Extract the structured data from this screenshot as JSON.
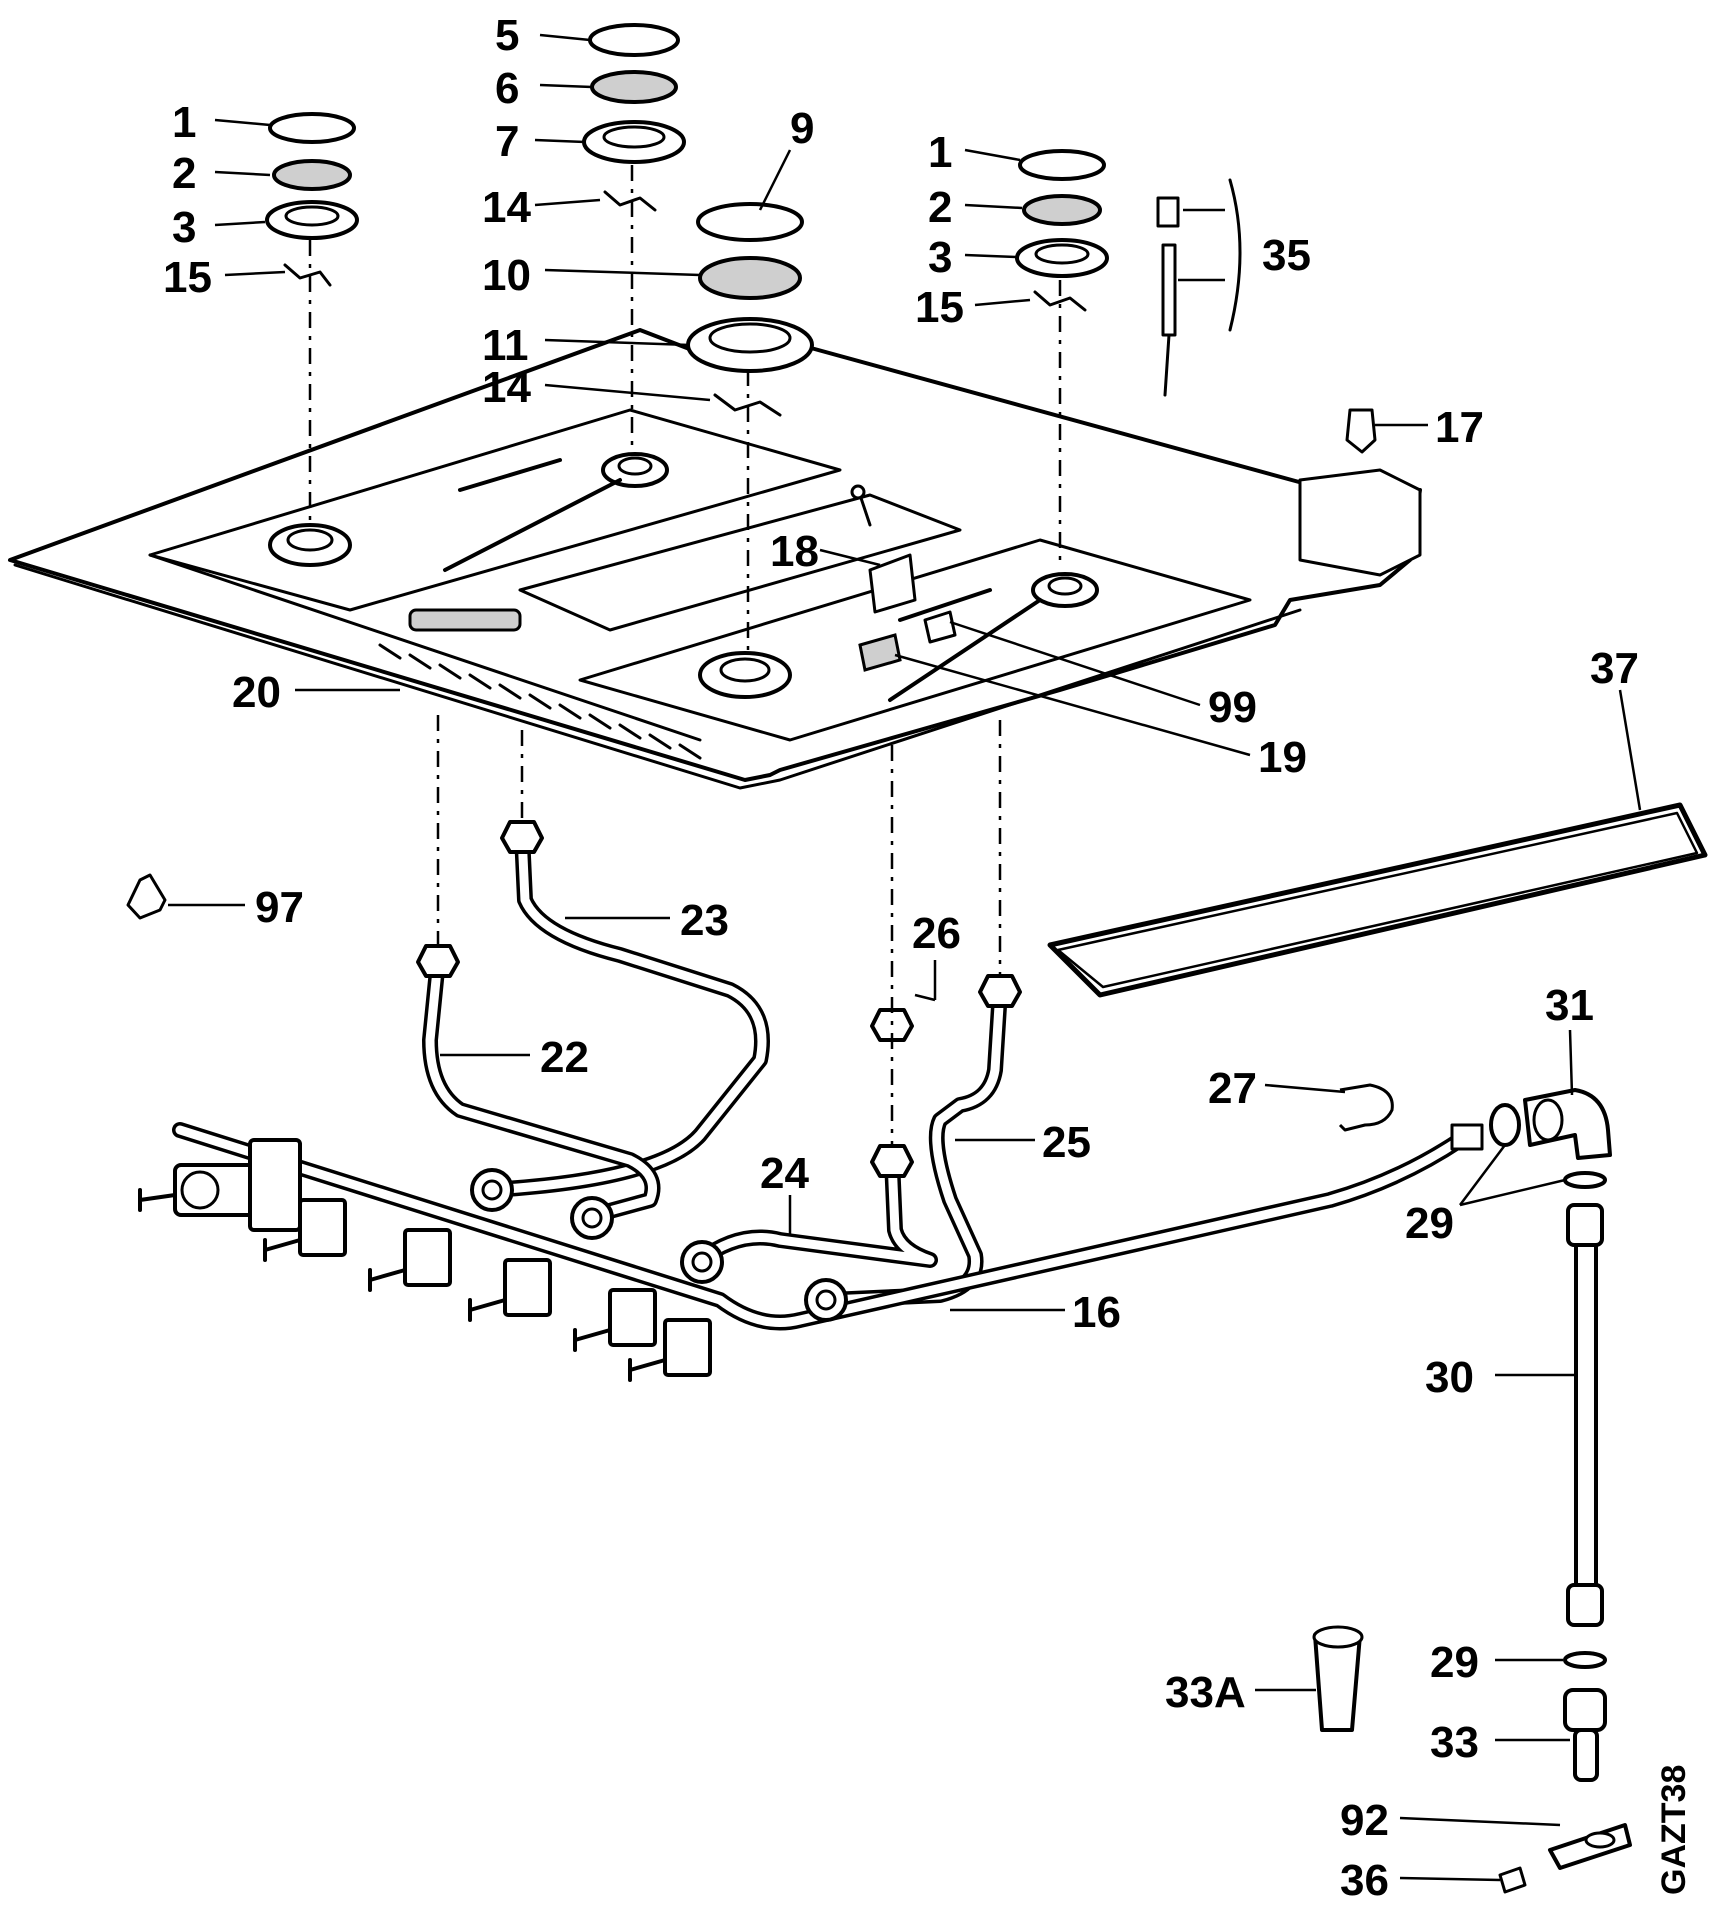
{
  "diagram": {
    "code": "GAZT38",
    "callouts": [
      "1",
      "2",
      "3",
      "15",
      "5",
      "6",
      "7",
      "14",
      "9",
      "10",
      "11",
      "14",
      "1",
      "2",
      "3",
      "15",
      "35",
      "17",
      "18",
      "20",
      "99",
      "19",
      "37",
      "97",
      "23",
      "22",
      "26",
      "25",
      "24",
      "16",
      "27",
      "31",
      "29",
      "30",
      "29",
      "33A",
      "33",
      "92",
      "36"
    ]
  }
}
